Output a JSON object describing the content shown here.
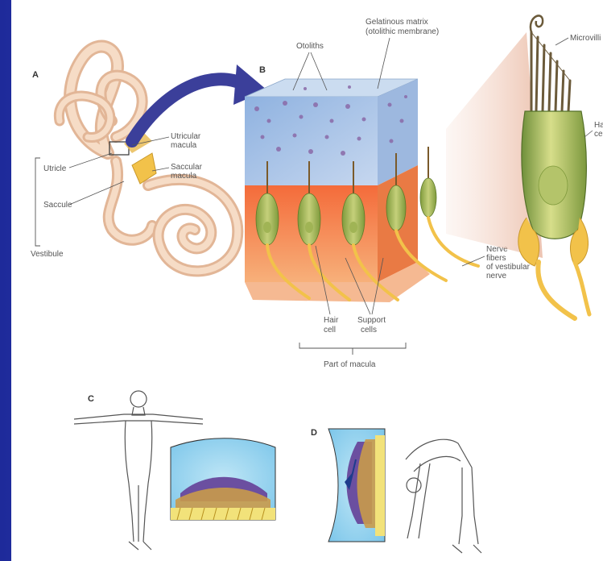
{
  "panels": {
    "a": "A",
    "b": "B",
    "c": "C",
    "d": "D"
  },
  "labels": {
    "otoliths": "Otoliths",
    "gelatinous_1": "Gelatinous matrix",
    "gelatinous_2": "(otolithic membrane)",
    "microvilli": "Microvilli",
    "hair_cell_right_1": "Hair",
    "hair_cell_right_2": "cell",
    "utricular_1": "Utricular",
    "utricular_2": "macula",
    "saccular_1": "Saccular",
    "saccular_2": "macula",
    "utricle": "Utricle",
    "saccule": "Saccule",
    "vestibule": "Vestibule",
    "nerve_1": "Nerve",
    "nerve_2": "fibers",
    "nerve_3": "of vestibular",
    "nerve_4": "nerve",
    "hair_cell_1": "Hair",
    "hair_cell_2": "cell",
    "support_1": "Support",
    "support_2": "cells",
    "part_of_macula": "Part of macula"
  },
  "colors": {
    "background": "#2b38b0",
    "canvas": "#ffffff",
    "labyrinth": "#f1cfb6",
    "arrow": "#3b3f9a",
    "otolith_layer": "#a8c4e6",
    "tissue": "#f08a4a",
    "hair_cell": "#a8b85a",
    "nerve": "#f2c24a"
  }
}
